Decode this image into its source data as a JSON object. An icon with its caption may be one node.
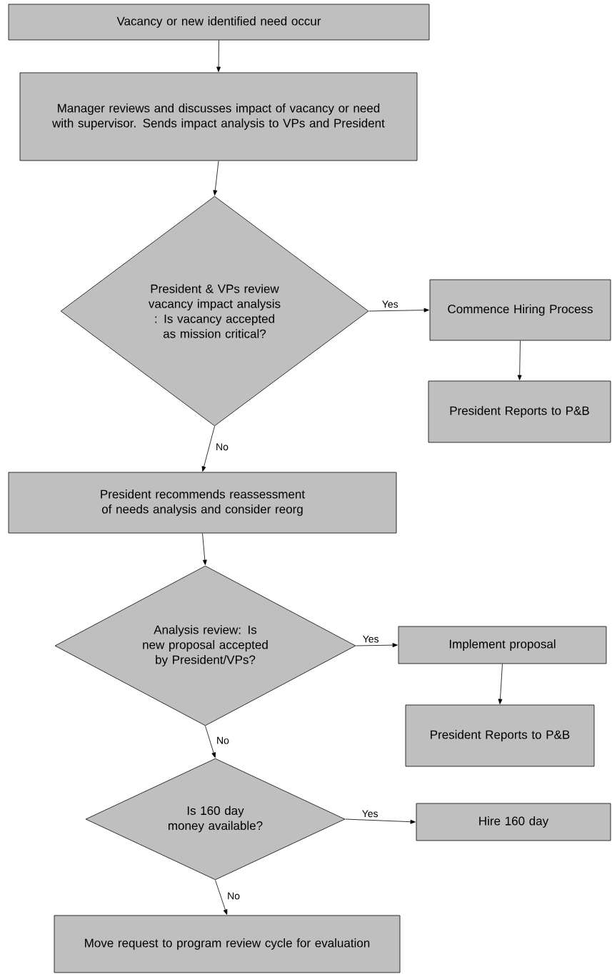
{
  "diagram": {
    "nodes": [
      {
        "text": [
          "Vacancy or new identified need occur"
        ]
      },
      {
        "text": [
          "Manager reviews and discusses impact of vacancy or need with supervisor.  Sends impact analysis to VPs and President"
        ]
      },
      {
        "text": [
          "President & VPs review vacancy impact analysis : Is vacancy accepted as mission critical?"
        ]
      },
      {
        "text": [
          "Commence Hiring Process"
        ]
      },
      {
        "text": [
          "President Reports to P&B"
        ]
      },
      {
        "text": [
          "President recommends reassessment of needs analysis and consider reorg"
        ]
      },
      {
        "text": [
          "Analysis review: Is new proposal accepted by President/VPs?"
        ]
      },
      {
        "text": [
          "Implement proposal"
        ]
      },
      {
        "text": [
          "President Reports to P&B"
        ]
      },
      {
        "text": [
          "Is 160 day money available?"
        ]
      },
      {
        "text": [
          "Hire 160 day"
        ]
      },
      {
        "text": [
          "Move request to program review cycle for evaluation"
        ]
      }
    ],
    "edges": [
      {
        "from": 0,
        "to": 1,
        "arrow": "to"
      },
      {
        "from": 1,
        "to": 2,
        "arrow": "to"
      },
      {
        "from": 2,
        "to": 3,
        "arrow": "to",
        "label": "Yes"
      },
      {
        "from": 3,
        "to": 4,
        "arrow": "to"
      },
      {
        "from": 2,
        "to": 5,
        "arrow": "to",
        "label": "No"
      },
      {
        "from": 5,
        "to": 6,
        "arrow": "to"
      },
      {
        "from": 6,
        "to": 7,
        "arrow": "to",
        "label": "Yes"
      },
      {
        "from": 7,
        "to": 8,
        "arrow": "to"
      },
      {
        "from": 6,
        "to": 9,
        "arrow": "to",
        "label": "No"
      },
      {
        "from": 9,
        "to": 10,
        "arrow": "to",
        "label": "Yes"
      },
      {
        "from": 9,
        "to": 11,
        "arrow": "to",
        "label": "No"
      }
    ]
  }
}
